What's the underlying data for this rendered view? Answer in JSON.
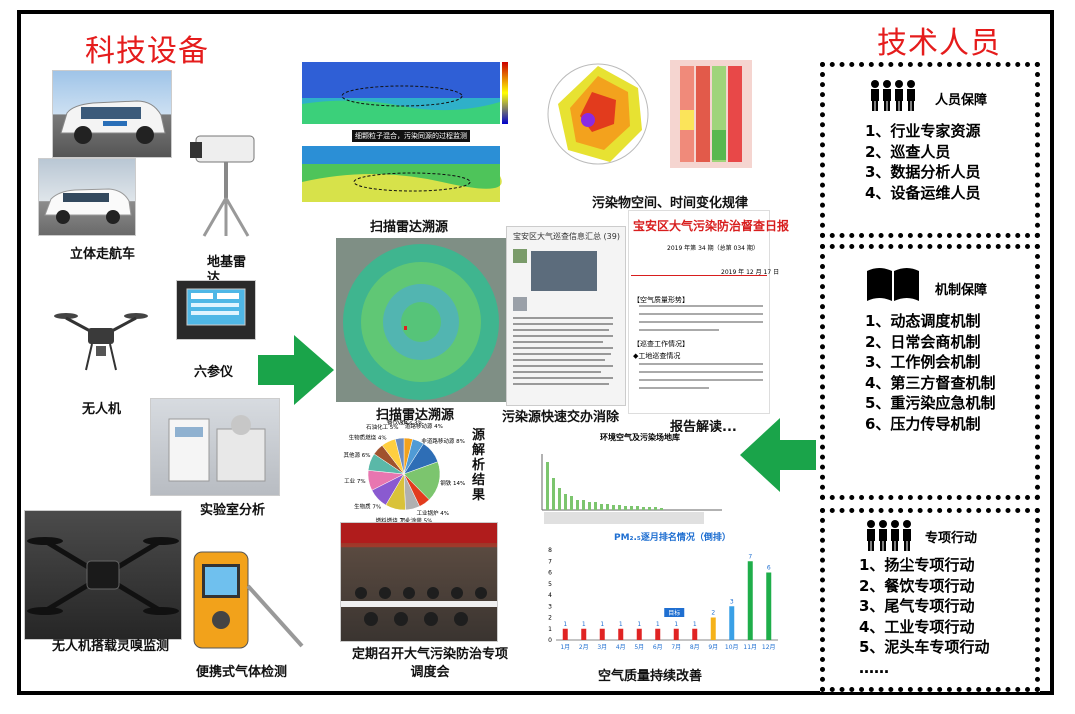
{
  "left_title": "科技设备",
  "right_title": "技术人员",
  "equipment": {
    "vehicle": "立体走航车",
    "ground_radar": "地基雷达",
    "six_param": "六参仪",
    "drone": "无人机",
    "lab": "实验室分析",
    "drone_sniff": "无人机搭载灵嗅监测",
    "portable": "便携式气体检测"
  },
  "middle": {
    "scan_radar_top": "扫描雷达溯源",
    "radar_annotation": "细颗粒子混合，污染同源的过程监测",
    "spatiotemporal": "污染物空间、时间变化规律",
    "scan_radar_map": "扫描雷达溯源",
    "inspection_header": "宝安区大气巡查信息汇总 (39)",
    "rapid": "污染源快速交办消除",
    "report_title": "宝安区大气污染防治督查日报",
    "report_meta": "2019 年第 34 期（总第 034 期）",
    "report_date": "2019 年 12 月 17 日",
    "report_section1": "【空气质量形势】",
    "report_section2": "【巡查工作情况】",
    "report_section3": "◆工地巡查情况",
    "report_read": "报告解读...",
    "source_result": "源解析结果",
    "meeting": "定期召开大气污染防治专项调度会",
    "env_chart_title": "环境空气及污染场地库",
    "pm_chart_title": "PM₂.₅逐月排名情况（倒排）",
    "improve": "空气质量持续改善",
    "pm_highlight": "目标"
  },
  "pie_labels": [
    "VOCs",
    "道路移动源",
    "非道路移动源",
    "钢铁",
    "工业锅炉",
    "工业涂装",
    "燃料燃烧",
    "生物质",
    "工业",
    "其他源",
    "生物质燃烧",
    "石油化工",
    "餐饮"
  ],
  "pie_pcts": [
    "3%",
    "4%",
    "8%",
    "14%",
    "4%",
    "5%",
    "7%",
    "7%",
    "7%",
    "6%",
    "4%",
    "5%",
    "3%"
  ],
  "pm_chart": {
    "months": [
      "1月",
      "2月",
      "3月",
      "4月",
      "5月",
      "6月",
      "7月",
      "8月",
      "9月",
      "10月",
      "11月",
      "12月"
    ],
    "values": [
      1,
      1,
      1,
      1,
      1,
      1,
      1,
      1,
      2,
      3,
      7,
      6
    ],
    "yticks": [
      "0",
      "1",
      "2",
      "3",
      "4",
      "5",
      "6",
      "7",
      "8"
    ]
  },
  "staff_box": {
    "title": "人员保障",
    "items": [
      "1、行业专家资源",
      "2、巡查人员",
      "3、数据分析人员",
      "4、设备运维人员"
    ]
  },
  "mechanism_box": {
    "title": "机制保障",
    "items": [
      "1、动态调度机制",
      "2、日常会商机制",
      "3、工作例会机制",
      "4、第三方督查机制",
      "5、重污染应急机制",
      "6、压力传导机制"
    ]
  },
  "action_box": {
    "title": "专项行动",
    "items": [
      "1、扬尘专项行动",
      "2、餐饮专项行动",
      "3、尾气专项行动",
      "4、工业专项行动",
      "5、泥头车专项行动",
      "……"
    ]
  },
  "colors": {
    "accent_red": "#e51c1c",
    "arrow_green": "#1aa44a"
  }
}
